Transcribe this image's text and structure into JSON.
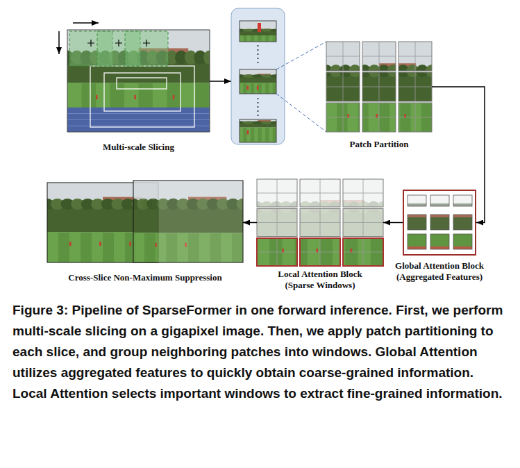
{
  "diagram": {
    "caption": "Figure 3: Pipeline of SparseFormer in one forward inference. First, we perform multi-scale slicing on a gigapixel image. Then, we apply patch partitioning to each slice, and group neighboring patches into windows. Global Attention utilizes aggregated features to quickly obtain coarse-grained information. Local Attention selects important windows to extract fine-grained information.",
    "nodes": [
      {
        "text": [
          "Multi-scale Slicing"
        ]
      },
      {
        "text": [
          "Patch Partition"
        ]
      },
      {
        "text": [
          "Global Attention Block (Aggregated Features)"
        ]
      },
      {
        "text": [
          "Local Attention Block (Sparse Windows)"
        ]
      },
      {
        "text": [
          "Cross-Slice Non-Maximum Suppression"
        ]
      }
    ],
    "edges": [
      {
        "from": 1,
        "to": 2,
        "arrow": "to"
      },
      {
        "from": 2,
        "to": 3,
        "arrow": "to"
      },
      {
        "from": 3,
        "to": 4,
        "arrow": "to"
      }
    ]
  }
}
